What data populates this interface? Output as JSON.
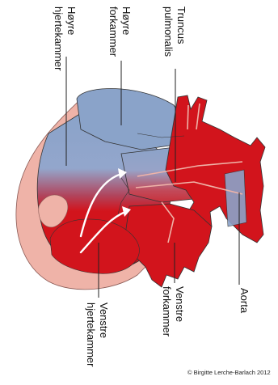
{
  "labels": {
    "hoyre_hjertekammer": [
      "Høyre",
      "hjertekammer"
    ],
    "hoyre_forkammer": [
      "Høyre",
      "forkammer"
    ],
    "truncus_pulmonalis": [
      "Truncus",
      "pulmonalis"
    ],
    "venstre_hjertekammer": [
      "Venstre",
      "hjertekammer"
    ],
    "venstre_forkammer": [
      "Venstre",
      "forkammer"
    ],
    "aorta": [
      "Aorta"
    ]
  },
  "copyright": "© Birgitte Lerche-Barlach 2012",
  "colors": {
    "blue": "#8aa3c9",
    "red": "#d2141c",
    "dark_red": "#a80d14",
    "pink": "#efb3a8",
    "outline": "#333333"
  }
}
